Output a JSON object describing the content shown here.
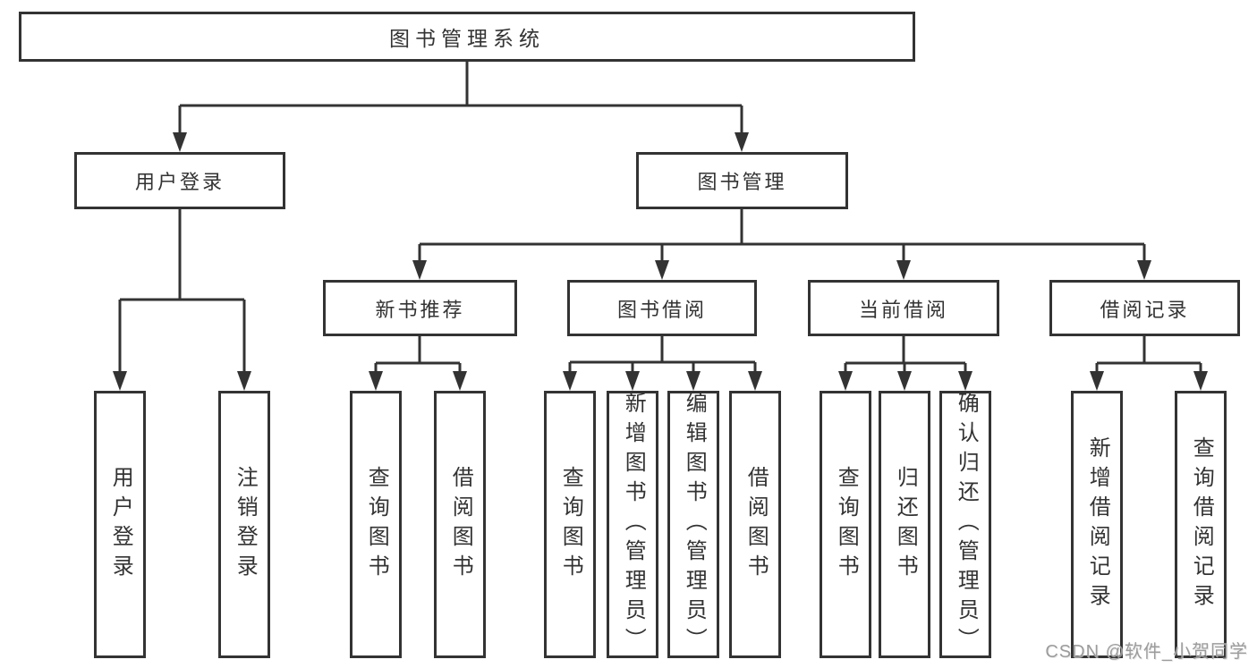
{
  "diagram_title": "图书管理系统",
  "tree": {
    "label": "图书管理系统",
    "children": [
      {
        "label": "用户登录",
        "children": [
          {
            "label": "用户登录"
          },
          {
            "label": "注销登录"
          }
        ]
      },
      {
        "label": "图书管理",
        "children": [
          {
            "label": "新书推荐",
            "children": [
              {
                "label": "查询图书"
              },
              {
                "label": "借阅图书"
              }
            ]
          },
          {
            "label": "图书借阅",
            "children": [
              {
                "label": "查询图书"
              },
              {
                "label": "新增图书（管理员）"
              },
              {
                "label": "编辑图书（管理员）"
              },
              {
                "label": "借阅图书"
              }
            ]
          },
          {
            "label": "当前借阅",
            "children": [
              {
                "label": "查询图书"
              },
              {
                "label": "归还图书"
              },
              {
                "label": "确认归还（管理员）"
              }
            ]
          },
          {
            "label": "借阅记录",
            "children": [
              {
                "label": "新增借阅记录"
              },
              {
                "label": "查询借阅记录"
              }
            ]
          }
        ]
      }
    ]
  },
  "watermark": {
    "text": "CSDN @软件_小贺同学"
  },
  "colors": {
    "line": "#333333",
    "box_border": "#333333",
    "text": "#333333",
    "watermark": "#9c9c9c",
    "background": "#ffffff"
  }
}
